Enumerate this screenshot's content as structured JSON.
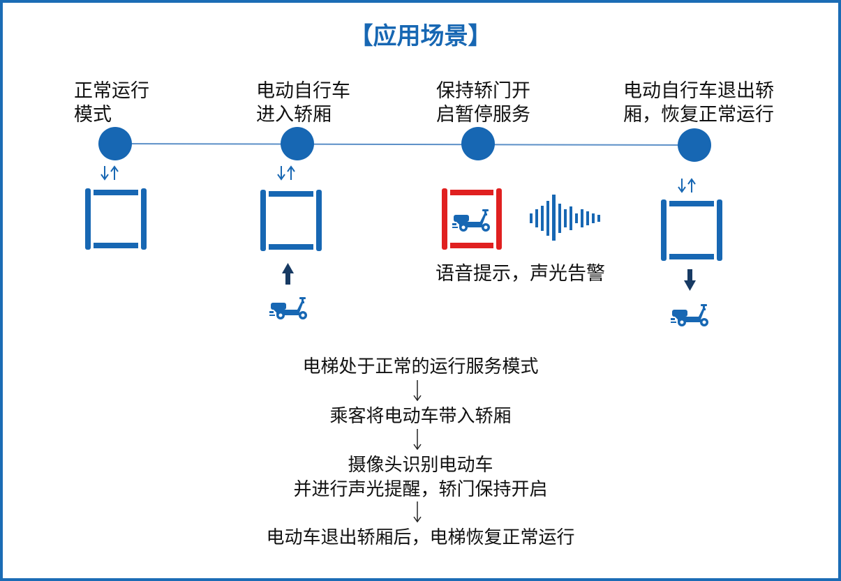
{
  "title": "【应用场景】",
  "stages": [
    {
      "line1": "正常运行",
      "line2": "模式"
    },
    {
      "line1": "电动自行车",
      "line2": "进入轿厢"
    },
    {
      "line1": "保持轿门开",
      "line2": "启暂停服务"
    },
    {
      "line1": "电动自行车退出轿",
      "line2": "厢，恢复正常运行"
    }
  ],
  "alert_caption": "语音提示，声光告警",
  "flow": {
    "step1": "电梯处于正常的运行服务模式",
    "step2": "乘客将电动车带入轿厢",
    "step3_line1": "摄像头识别电动车",
    "step3_line2": "并进行声光提醒，轿门保持开启",
    "step4": "电动车退出轿厢后，电梯恢复正常运行"
  },
  "colors": {
    "accent": "#1767b3",
    "alert": "#e02020",
    "line": "#5b8fc7"
  },
  "icons": [
    "elevator-door-icon",
    "up-down-arrow-icon",
    "scooter-icon",
    "sound-wave-icon",
    "arrow-up-icon",
    "arrow-down-icon"
  ]
}
